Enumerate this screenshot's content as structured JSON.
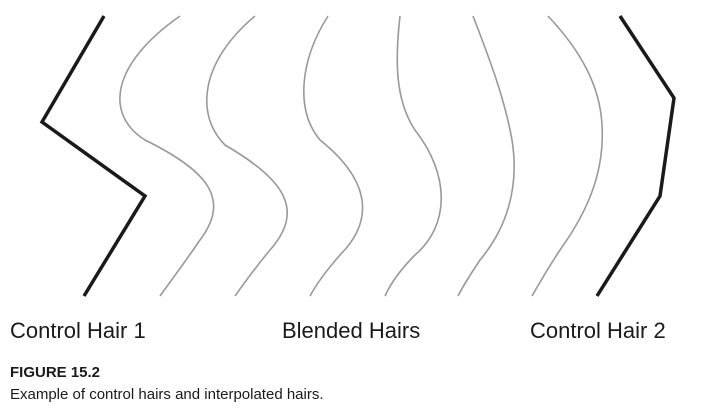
{
  "labels": {
    "left": "Control Hair 1",
    "middle": "Blended Hairs",
    "right": "Control Hair 2"
  },
  "figure": {
    "number": "FIGURE 15.2",
    "caption": "Example of control hairs and interpolated hairs."
  },
  "colors": {
    "control_hair": "#1a1a1a",
    "blended_hair": "#999999",
    "text": "#1a1a1a"
  }
}
